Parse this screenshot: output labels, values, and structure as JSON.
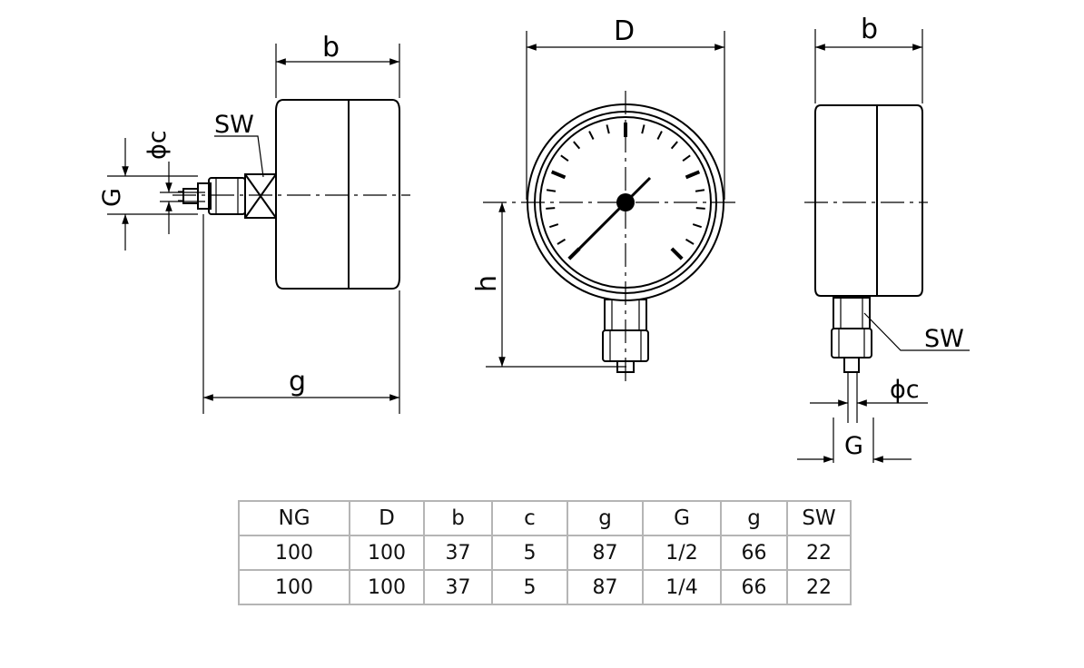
{
  "labels": {
    "left_b": "b",
    "left_sw": "SW",
    "left_phic": "ϕc",
    "left_g_cap": "G",
    "left_g": "g",
    "mid_d": "D",
    "mid_h": "h",
    "right_b": "b",
    "right_sw": "SW",
    "right_phic": "ϕc",
    "right_g_cap": "G"
  },
  "table": {
    "headers": [
      "NG",
      "D",
      "b",
      "c",
      "g",
      "G",
      "g",
      "SW"
    ],
    "rows": [
      [
        "100",
        "100",
        "37",
        "5",
        "87",
        "1/2",
        "66",
        "22"
      ],
      [
        "100",
        "100",
        "37",
        "5",
        "87",
        "1/4",
        "66",
        "22"
      ]
    ]
  }
}
